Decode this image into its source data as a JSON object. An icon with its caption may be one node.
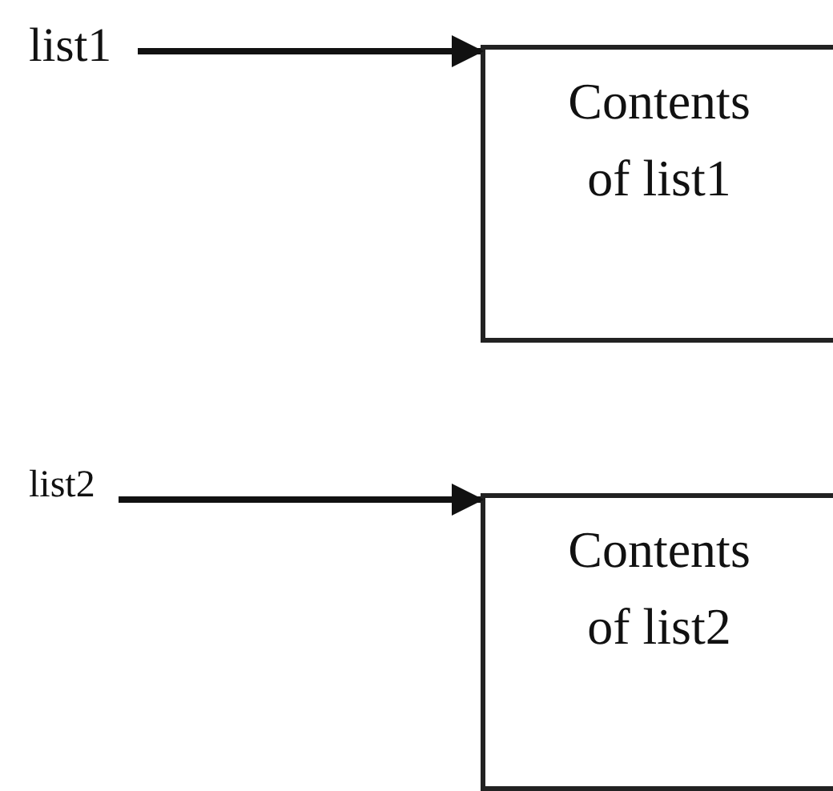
{
  "diagram": {
    "nodes": [
      {
        "text": [
          "list1"
        ]
      },
      {
        "text": [
          "Contents of list1"
        ]
      },
      {
        "text": [
          "list2"
        ]
      },
      {
        "text": [
          "Contents of list2"
        ]
      }
    ],
    "edges": [
      {
        "from": 0,
        "to": 1,
        "arrow": "to"
      },
      {
        "from": 2,
        "to": 3,
        "arrow": "to"
      }
    ]
  }
}
